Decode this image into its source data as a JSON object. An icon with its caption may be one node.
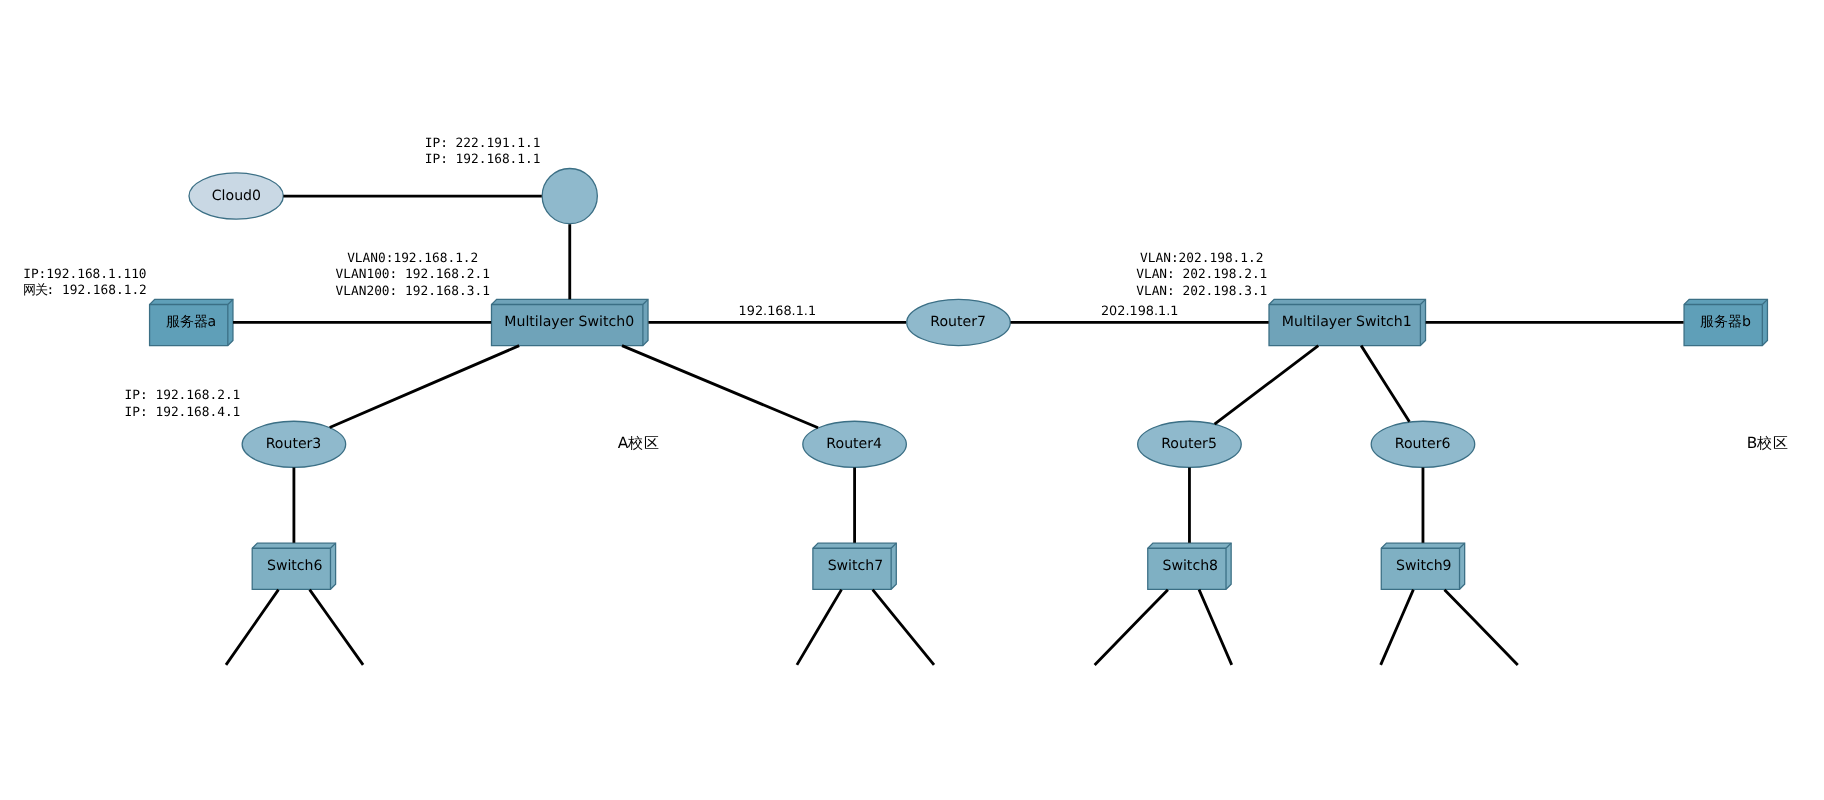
{
  "diagram": {
    "nodes": [
      {
        "text": [
          "Cloud0"
        ]
      },
      {
        "text": [],
        "shape": "circle",
        "beside": [
          "IP: 222.191.1.1",
          "IP: 192.168.1.1"
        ]
      },
      {
        "text": [
          "服务器a"
        ],
        "beside": [
          "IP:192.168.1.110",
          "网关: 192.168.1.2"
        ]
      },
      {
        "text": [
          "Multilayer Switch0"
        ],
        "beside": [
          "VLAN0:192.168.1.2",
          "VLAN100: 192.168.2.1",
          "VLAN200: 192.168.3.1"
        ]
      },
      {
        "text": [
          "Router7"
        ]
      },
      {
        "text": [
          "Multilayer Switch1"
        ],
        "beside": [
          "VLAN:202.198.1.2",
          "VLAN: 202.198.2.1",
          "VLAN: 202.198.3.1"
        ]
      },
      {
        "text": [
          "服务器b"
        ]
      },
      {
        "text": [
          "Router3"
        ],
        "beside": [
          "IP: 192.168.2.1",
          "IP: 192.168.4.1"
        ]
      },
      {
        "text": [
          "Router4"
        ]
      },
      {
        "text": [
          "Router5"
        ]
      },
      {
        "text": [
          "Router6"
        ]
      },
      {
        "text": [
          "Switch6"
        ]
      },
      {
        "text": [
          "Switch7"
        ]
      },
      {
        "text": [
          "Switch8"
        ]
      },
      {
        "text": [
          "Switch9"
        ]
      }
    ],
    "edges": [
      {
        "from": 0,
        "to": 1,
        "arrow": "none"
      },
      {
        "from": 1,
        "to": 3,
        "arrow": "none"
      },
      {
        "from": 2,
        "to": 3,
        "arrow": "none"
      },
      {
        "from": 3,
        "to": 4,
        "arrow": "none",
        "label": "192.168.1.1"
      },
      {
        "from": 4,
        "to": 5,
        "arrow": "none",
        "label": "202.198.1.1"
      },
      {
        "from": 5,
        "to": 6,
        "arrow": "none"
      },
      {
        "from": 3,
        "to": 7,
        "arrow": "none"
      },
      {
        "from": 3,
        "to": 8,
        "arrow": "none"
      },
      {
        "from": 5,
        "to": 9,
        "arrow": "none"
      },
      {
        "from": 5,
        "to": 10,
        "arrow": "none"
      },
      {
        "from": 7,
        "to": 11,
        "arrow": "none"
      },
      {
        "from": 8,
        "to": 12,
        "arrow": "none"
      },
      {
        "from": 9,
        "to": 13,
        "arrow": "none"
      },
      {
        "from": 10,
        "to": 14,
        "arrow": "none"
      },
      {
        "from": 11,
        "to": null,
        "arrow": "none"
      },
      {
        "from": 11,
        "to": null,
        "arrow": "none"
      },
      {
        "from": 12,
        "to": null,
        "arrow": "none"
      },
      {
        "from": 12,
        "to": null,
        "arrow": "none"
      },
      {
        "from": 13,
        "to": null,
        "arrow": "none"
      },
      {
        "from": 13,
        "to": null,
        "arrow": "none"
      },
      {
        "from": 14,
        "to": null,
        "arrow": "none"
      },
      {
        "from": 14,
        "to": null,
        "arrow": "none"
      }
    ],
    "labels": [
      "A校区",
      "B校区"
    ]
  }
}
